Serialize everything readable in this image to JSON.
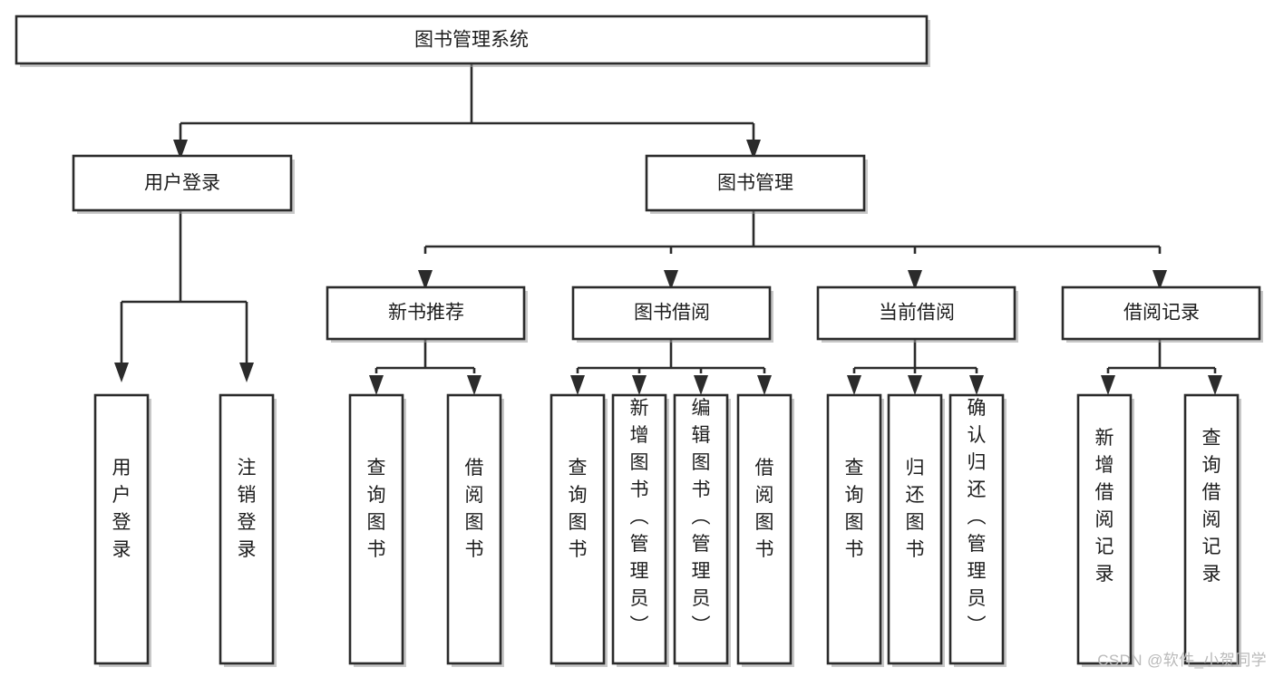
{
  "diagram": {
    "type": "tree-hierarchy",
    "title": "图书管理系统",
    "watermark": "CSDN @软件_小贺同学",
    "colors": {
      "box_fill": "#ffffff",
      "box_stroke": "#2b2b2b",
      "text": "#1d1d1d",
      "background": "#ffffff",
      "watermark": "#b9b9b9"
    },
    "levels": {
      "root": "图书管理系统",
      "level2": [
        "用户登录",
        "图书管理"
      ],
      "level3": [
        "新书推荐",
        "图书借阅",
        "当前借阅",
        "借阅记录"
      ]
    },
    "nodes": {
      "root": {
        "label": "图书管理系统",
        "orientation": "horizontal"
      },
      "user_login": {
        "label": "用户登录",
        "orientation": "horizontal"
      },
      "book_manage": {
        "label": "图书管理",
        "orientation": "horizontal"
      },
      "new_book_rec": {
        "label": "新书推荐",
        "orientation": "horizontal"
      },
      "book_borrow": {
        "label": "图书借阅",
        "orientation": "horizontal"
      },
      "current_borrow": {
        "label": "当前借阅",
        "orientation": "horizontal"
      },
      "borrow_record": {
        "label": "借阅记录",
        "orientation": "horizontal"
      },
      "leaf_1": {
        "label": "用户登录",
        "orientation": "vertical"
      },
      "leaf_2": {
        "label": "注销登录",
        "orientation": "vertical"
      },
      "leaf_3": {
        "label": "查询图书",
        "orientation": "vertical"
      },
      "leaf_4": {
        "label": "借阅图书",
        "orientation": "vertical"
      },
      "leaf_5": {
        "label": "查询图书",
        "orientation": "vertical"
      },
      "leaf_6": {
        "label": "新增图书（管理员）",
        "orientation": "vertical"
      },
      "leaf_7": {
        "label": "编辑图书（管理员）",
        "orientation": "vertical"
      },
      "leaf_8": {
        "label": "借阅图书",
        "orientation": "vertical"
      },
      "leaf_9": {
        "label": "查询图书",
        "orientation": "vertical"
      },
      "leaf_10": {
        "label": "归还图书",
        "orientation": "vertical"
      },
      "leaf_11": {
        "label": "确认归还（管理员）",
        "orientation": "vertical"
      },
      "leaf_12": {
        "label": "新增借阅记录",
        "orientation": "vertical"
      },
      "leaf_13": {
        "label": "查询借阅记录",
        "orientation": "vertical"
      }
    },
    "edges": [
      {
        "from": "root",
        "to": "user_login"
      },
      {
        "from": "root",
        "to": "book_manage"
      },
      {
        "from": "user_login",
        "to": "leaf_1"
      },
      {
        "from": "user_login",
        "to": "leaf_2"
      },
      {
        "from": "book_manage",
        "to": "new_book_rec"
      },
      {
        "from": "book_manage",
        "to": "book_borrow"
      },
      {
        "from": "book_manage",
        "to": "current_borrow"
      },
      {
        "from": "book_manage",
        "to": "borrow_record"
      },
      {
        "from": "new_book_rec",
        "to": "leaf_3"
      },
      {
        "from": "new_book_rec",
        "to": "leaf_4"
      },
      {
        "from": "book_borrow",
        "to": "leaf_5"
      },
      {
        "from": "book_borrow",
        "to": "leaf_6"
      },
      {
        "from": "book_borrow",
        "to": "leaf_7"
      },
      {
        "from": "book_borrow",
        "to": "leaf_8"
      },
      {
        "from": "current_borrow",
        "to": "leaf_9"
      },
      {
        "from": "current_borrow",
        "to": "leaf_10"
      },
      {
        "from": "current_borrow",
        "to": "leaf_11"
      },
      {
        "from": "borrow_record",
        "to": "leaf_12"
      },
      {
        "from": "borrow_record",
        "to": "leaf_13"
      }
    ]
  }
}
